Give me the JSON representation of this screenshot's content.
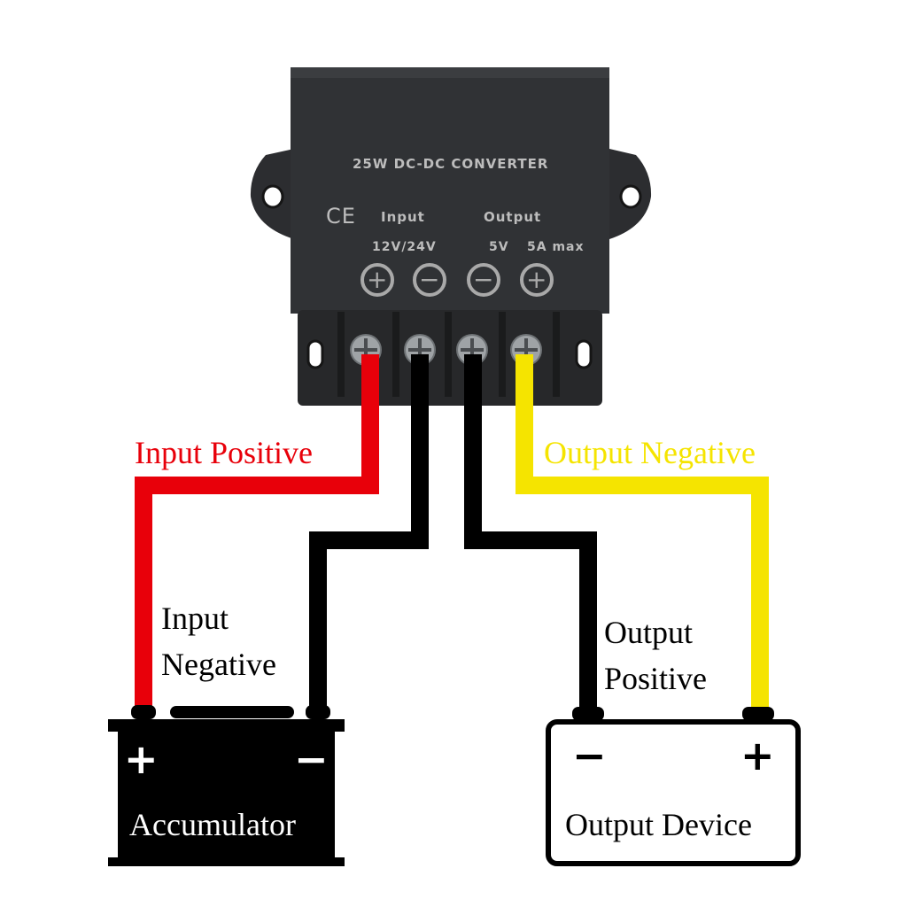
{
  "converter": {
    "title": "25W DC-DC CONVERTER",
    "ce_mark": "CE",
    "input_heading": "Input",
    "input_voltage": "12V/24V",
    "output_heading": "Output",
    "output_voltage": "5V",
    "output_current": "5A max",
    "terminal_symbols": [
      "+",
      "−",
      "−",
      "+"
    ]
  },
  "wires": {
    "input_positive": {
      "label": "Input Positive",
      "color": "#e8000a"
    },
    "input_negative": {
      "label_line1": "Input",
      "label_line2": "Negative",
      "color": "#000000"
    },
    "output_positive": {
      "label_line1": "Output",
      "label_line2": "Positive",
      "color": "#000000"
    },
    "output_negative": {
      "label": "Output Negative",
      "color": "#f5e400"
    }
  },
  "accumulator": {
    "label": "Accumulator",
    "plus": "+",
    "minus": "−"
  },
  "output_device": {
    "label": "Output Device",
    "minus": "−",
    "plus": "+"
  }
}
